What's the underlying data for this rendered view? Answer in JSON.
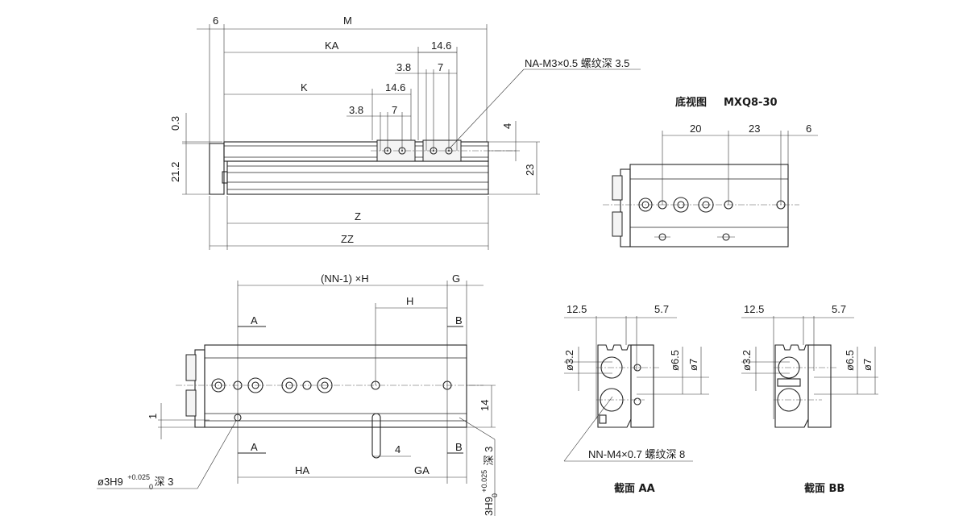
{
  "top_view": {
    "dims": {
      "d6": "6",
      "M": "M",
      "KA": "KA",
      "d14_6_a": "14.6",
      "d3_8_a": "3.8",
      "d7_a": "7",
      "K": "K",
      "d14_6_b": "14.6",
      "d3_8_b": "3.8",
      "d7_b": "7",
      "d0_3": "0.3",
      "d21_2": "21.2",
      "d4": "4",
      "d23": "23",
      "Z": "Z",
      "ZZ": "ZZ"
    },
    "callout": "NA-M3×0.5 螺纹深 3.5"
  },
  "bottom_view": {
    "title": "底视图",
    "model": "MXQ8-30",
    "dims": {
      "d20": "20",
      "d23": "23",
      "d6": "6"
    }
  },
  "side_view": {
    "dims": {
      "nn_h": "(NN-1) ×H",
      "G": "G",
      "H": "H",
      "A_top": "A",
      "B_top": "B",
      "A_bot": "A",
      "B_bot": "B",
      "d14": "14",
      "d1": "1",
      "d4": "4",
      "HA": "HA",
      "GA": "GA"
    },
    "pin_left": {
      "prefix": "ø3H9",
      "sup": "+0.025",
      "sub": "0",
      "suffix": "深 3"
    },
    "pin_right": {
      "prefix": "3H9",
      "sup": "+0.025",
      "sub": "0",
      "suffix": "深 3"
    }
  },
  "section_aa": {
    "title": "截面 AA",
    "dims": {
      "d12_5": "12.5",
      "d5_7": "5.7",
      "d3_2": "ø3.2",
      "d6_5": "ø6.5",
      "d7": "ø7"
    },
    "callout": "NN-M4×0.7 螺纹深 8"
  },
  "section_bb": {
    "title": "截面 BB",
    "dims": {
      "d12_5": "12.5",
      "d5_7": "5.7",
      "d3_2": "ø3.2",
      "d6_5": "ø6.5",
      "d7": "ø7"
    }
  }
}
